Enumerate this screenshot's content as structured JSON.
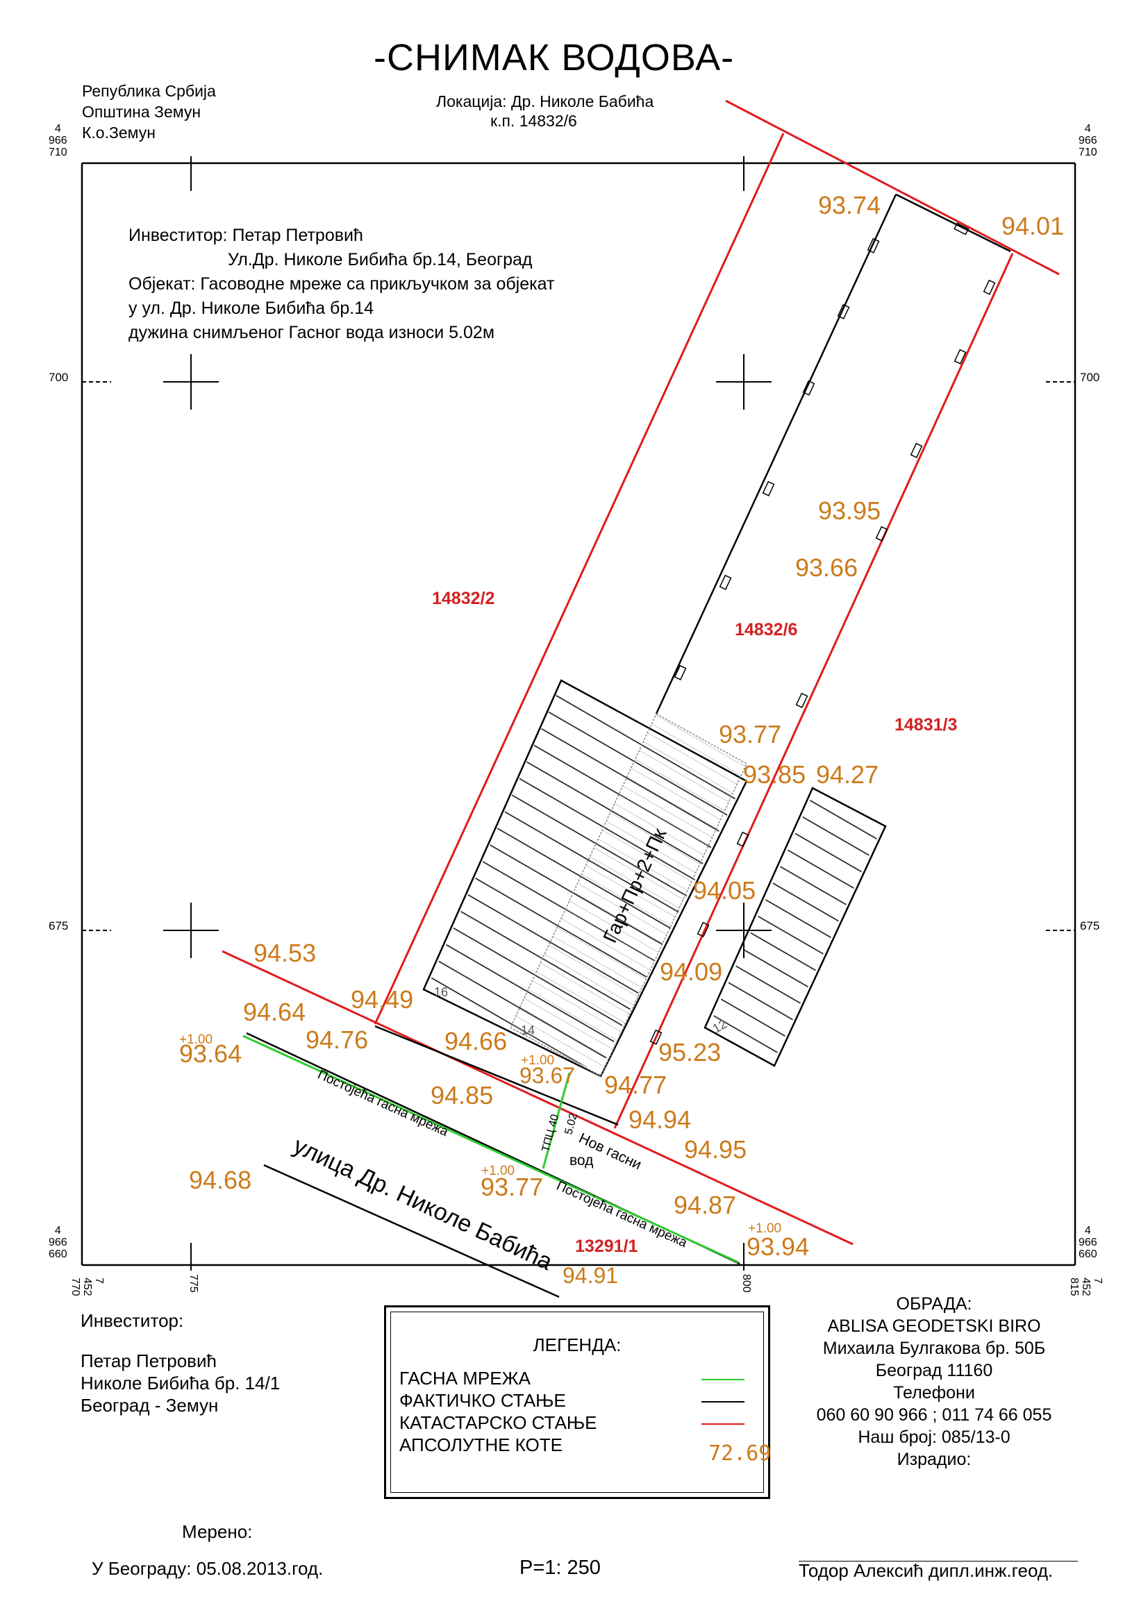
{
  "colors": {
    "gas": "#2ecc2e",
    "actual": "#000000",
    "cadastral": "#e01b1b",
    "elevation": "#cc7a1a",
    "parcel_label": "#d42020"
  },
  "title": "-СНИМАК ВОДОВА-",
  "header_left": [
    "Република Србија",
    "Општина  Земун",
    "К.о.Земун"
  ],
  "location": {
    "line1": "Локација: Др. Николе Бабића",
    "line2": "к.п.  14832/6"
  },
  "investor_block": [
    "Инвеститор: Петар Петровић",
    "Ул.Др. Николе Бибића бр.14, Београд",
    "Објекат: Гасоводне мреже са прикључком за објекат",
    "у ул. Др. Николе Бибића бр.14",
    "дужина снимљеног Гасног вода износи 5.02м"
  ],
  "grid": {
    "top_left": [
      "4",
      "966",
      "710"
    ],
    "top_right": [
      "4",
      "966",
      "710"
    ],
    "bottom_left": [
      "4",
      "966",
      "660"
    ],
    "bottom_right": [
      "4",
      "966",
      "660"
    ],
    "row_labels": [
      "700",
      "675"
    ],
    "col_labels": [
      "7\n452\n770",
      "775",
      "800",
      "7\n452\n815"
    ]
  },
  "parcels": [
    "14832/2",
    "14832/6",
    "14831/3",
    "13291/1"
  ],
  "building_label": "Гар+Пр+2+Пк",
  "building_numbers": [
    "16",
    "14",
    "12"
  ],
  "elevations": [
    "93.74",
    "94.01",
    "93.95",
    "93.66",
    "93.77",
    "93.85",
    "94.27",
    "94.05",
    "94.09",
    "94.53",
    "94.49",
    "94.64",
    "94.76",
    "94.66",
    "93.64",
    "93.67",
    "94.77",
    "95.23",
    "94.85",
    "94.94",
    "94.95",
    "94.68",
    "93.77",
    "94.87",
    "93.94",
    "94.91"
  ],
  "offsets": [
    "+1.00",
    "+1.00",
    "+1.00",
    "+1.00"
  ],
  "line_labels": {
    "existing_gas": "Постојећа гасна мрежа",
    "new_gas_1": "Нов гасни",
    "new_gas_2": "вод",
    "pipe": "ТПЦ 40",
    "pipe_len": "5.02",
    "street": "улица Др. Николе Бабића"
  },
  "footer_investor": {
    "label": "Инвеститор:",
    "lines": [
      "Петар Петровић",
      "Николе Бибића бр. 14/1",
      "Београд - Земун"
    ]
  },
  "legend": {
    "title": "ЛЕГЕНДА:",
    "items": [
      "ГАСНА МРЕЖА",
      "ФАКТИЧКО СТАЊЕ",
      "КАТАСТАРСКО СТАЊЕ",
      "АПСОЛУТНЕ КОТЕ"
    ],
    "elev_sample": "72.69"
  },
  "processing": {
    "lines": [
      "ОБРАДА:",
      "ABLISA GEODETSKI BIRO",
      "Михаила Булгакова бр. 50Б",
      "Београд 11160",
      "Телефони",
      "060 60 90 966 ; 011 74 66 055",
      "Наш број: 085/13-0",
      "Израдио:"
    ]
  },
  "measured": "Мерено:",
  "date": "У Београду: 05.08.2013.год.",
  "scale": "Р=1: 250",
  "signature": "Тодор Алексић дипл.инж.геод."
}
